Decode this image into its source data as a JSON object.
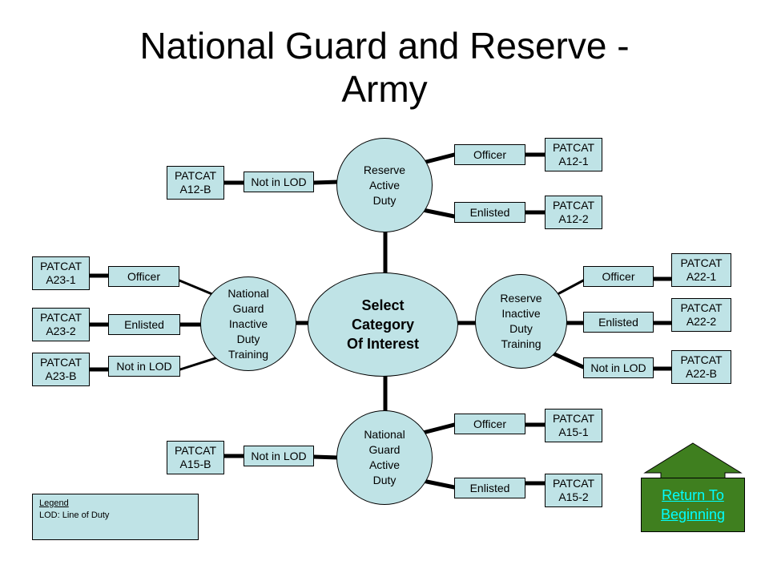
{
  "title": {
    "line1": "National Guard and Reserve -",
    "line2": "Army"
  },
  "center": {
    "line1": "Select",
    "line2": "Category",
    "line3": "Of Interest"
  },
  "nodes": {
    "reserve_active": {
      "lines": [
        "Reserve",
        "Active",
        "Duty"
      ]
    },
    "ng_active": {
      "lines": [
        "National",
        "Guard",
        "Active",
        "Duty"
      ]
    },
    "ng_inactive": {
      "lines": [
        "National",
        "Guard",
        "Inactive",
        "Duty",
        "Training"
      ]
    },
    "reserve_inactive": {
      "lines": [
        "Reserve",
        "Inactive",
        "Duty",
        "Training"
      ]
    }
  },
  "labels": {
    "officer": "Officer",
    "enlisted": "Enlisted",
    "not_in_lod": "Not in LOD"
  },
  "patcats": {
    "a12_1": [
      "PATCAT",
      "A12-1"
    ],
    "a12_2": [
      "PATCAT",
      "A12-2"
    ],
    "a12_b": [
      "PATCAT",
      "A12-B"
    ],
    "a22_1": [
      "PATCAT",
      "A22-1"
    ],
    "a22_2": [
      "PATCAT",
      "A22-2"
    ],
    "a22_b": [
      "PATCAT",
      "A22-B"
    ],
    "a23_1": [
      "PATCAT",
      "A23-1"
    ],
    "a23_2": [
      "PATCAT",
      "A23-2"
    ],
    "a23_b": [
      "PATCAT",
      "A23-B"
    ],
    "a15_1": [
      "PATCAT",
      "A15-1"
    ],
    "a15_2": [
      "PATCAT",
      "A15-2"
    ],
    "a15_b": [
      "PATCAT",
      "A15-B"
    ]
  },
  "legend": {
    "heading": "Legend",
    "text": "LOD: Line of Duty"
  },
  "return_button": {
    "line1": "Return To",
    "line2": "Beginning"
  },
  "colors": {
    "box_fill": "#bfe3e6",
    "return_fill": "#3f7f1f",
    "arrow_fill": "#3f7f1f",
    "link": "#00ffff"
  }
}
